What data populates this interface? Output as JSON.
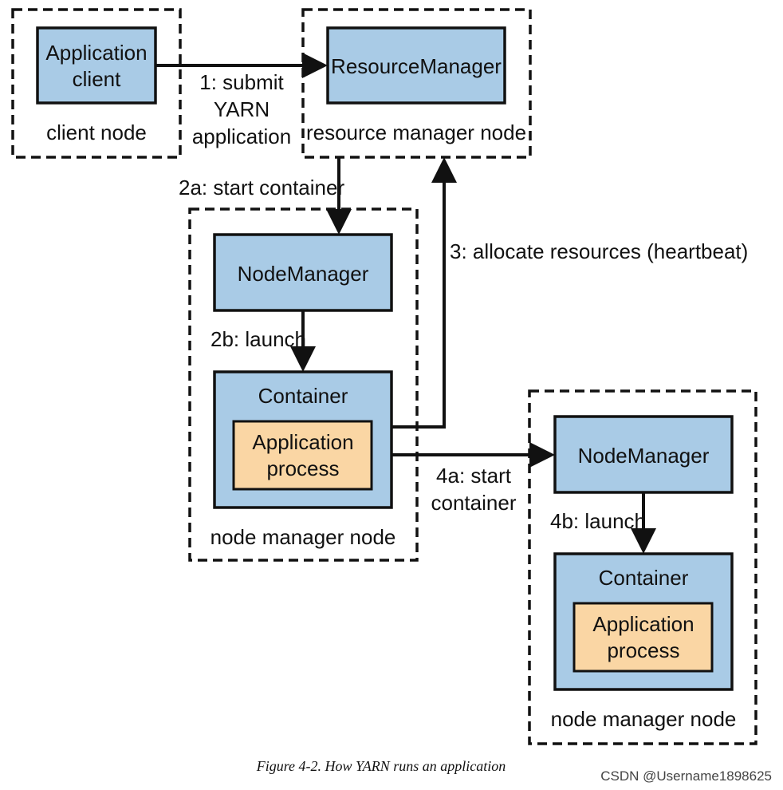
{
  "nodes": {
    "client_node": {
      "label": "client node",
      "component": [
        "Application",
        "client"
      ]
    },
    "resource_manager_node": {
      "label": "resource manager node",
      "component": "ResourceManager"
    },
    "node_manager_node_1": {
      "label": "node manager node",
      "node_manager": "NodeManager",
      "container": "Container",
      "process": [
        "Application",
        "process"
      ]
    },
    "node_manager_node_2": {
      "label": "node manager node",
      "node_manager": "NodeManager",
      "container": "Container",
      "process": [
        "Application",
        "process"
      ]
    }
  },
  "steps": {
    "step1": [
      "1: submit",
      "YARN",
      "application"
    ],
    "step2a": "2a: start container",
    "step2b": "2b: launch",
    "step3": "3: allocate resources (heartbeat)",
    "step4a": [
      "4a: start",
      "container"
    ],
    "step4b": "4b: launch"
  },
  "caption": "Figure 4-2. How YARN runs an application",
  "watermark": "CSDN @Username1898625"
}
